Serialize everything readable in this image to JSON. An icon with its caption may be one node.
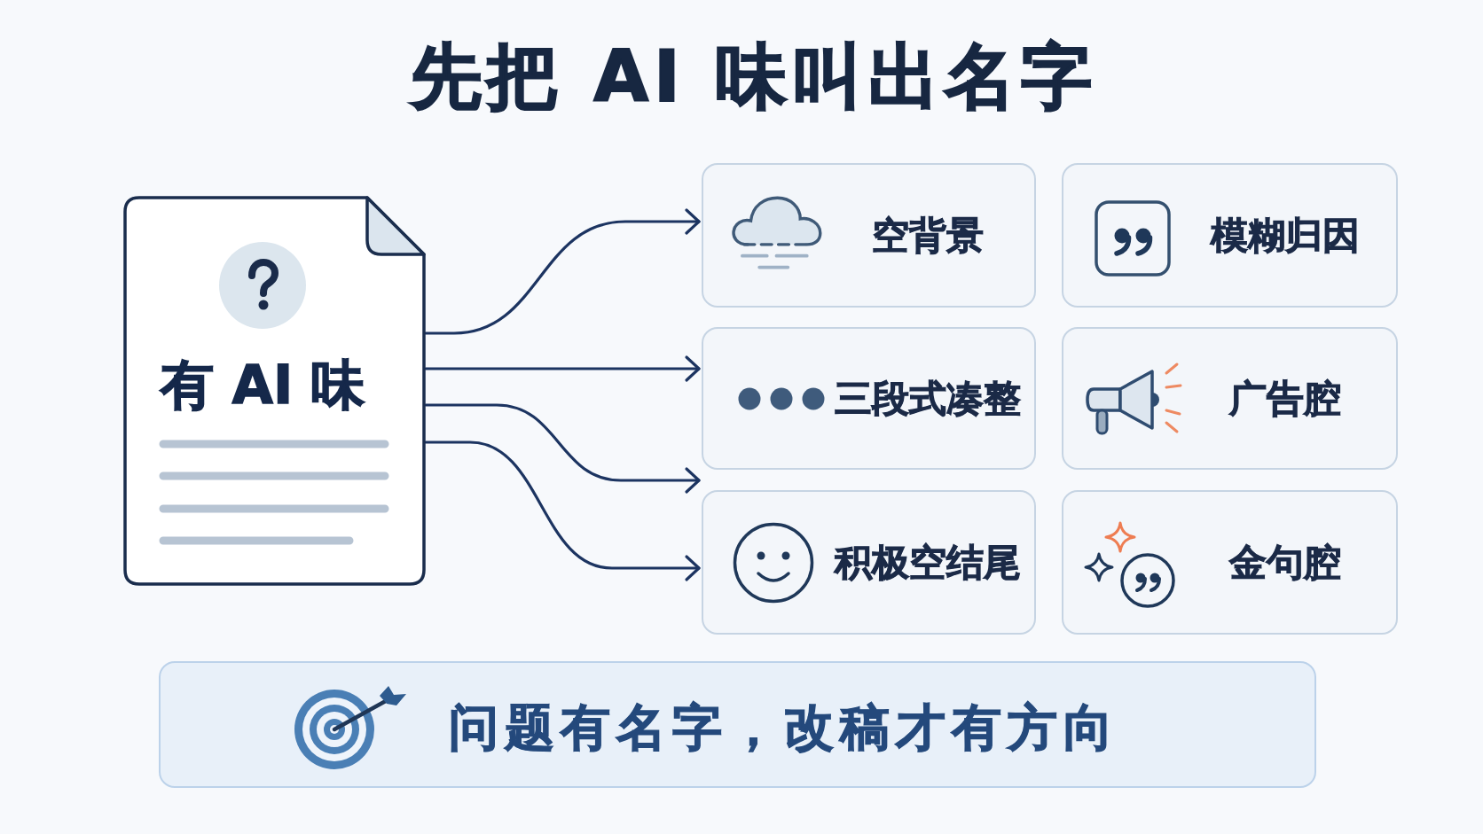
{
  "diagram": {
    "title": "先把 AI 味叫出名字",
    "nodes": [
      {
        "text": [
          "有 AI 味"
        ]
      },
      {
        "text": [
          "空背景"
        ]
      },
      {
        "text": [
          "模糊归因"
        ]
      },
      {
        "text": [
          "三段式凑整"
        ]
      },
      {
        "text": [
          "广告腔"
        ]
      },
      {
        "text": [
          "积极空结尾"
        ]
      },
      {
        "text": [
          "金句腔"
        ]
      },
      {
        "text": [
          "问题有名字，改稿才有方向"
        ]
      }
    ],
    "edges": [
      {
        "from": 0,
        "to": 1,
        "arrow": "to"
      },
      {
        "from": 0,
        "to": 3,
        "arrow": "to"
      },
      {
        "from": 0,
        "to": 3,
        "arrow": "to"
      },
      {
        "from": 0,
        "to": 5,
        "arrow": "to"
      }
    ]
  }
}
